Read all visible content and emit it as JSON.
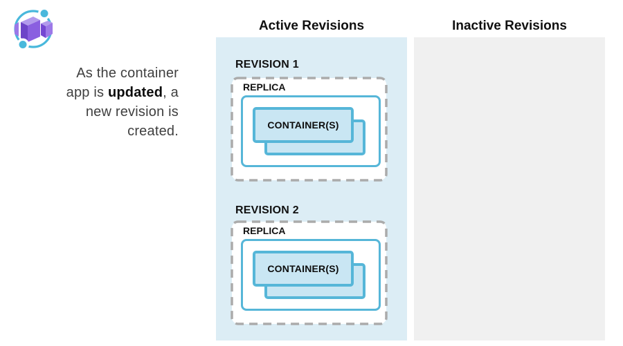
{
  "caption": {
    "line1": "As the container",
    "line2_pre": "app is ",
    "line2_bold": "updated",
    "line2_post": ", a",
    "line3": "new revision is",
    "line4": "created."
  },
  "columns": {
    "active": {
      "header": "Active Revisions"
    },
    "inactive": {
      "header": "Inactive Revisions"
    }
  },
  "revisions": [
    {
      "label": "REVISION 1",
      "replica_label": "REPLICA",
      "container_label": "CONTAINER(S)"
    },
    {
      "label": "REVISION 2",
      "replica_label": "REPLICA",
      "container_label": "CONTAINER(S)"
    }
  ],
  "icons": {
    "logo": "container-apps-icon"
  },
  "colors": {
    "active_panel_bg": "#dcedf5",
    "inactive_panel_bg": "#f0f0f0",
    "outline_teal": "#56b6d8",
    "container_fill": "#c9e6f3",
    "dashed_border": "#ababab",
    "icon_blue": "#49b8dc",
    "icon_purple": "#8a5fe0",
    "text_dark": "#3f3f3f"
  }
}
